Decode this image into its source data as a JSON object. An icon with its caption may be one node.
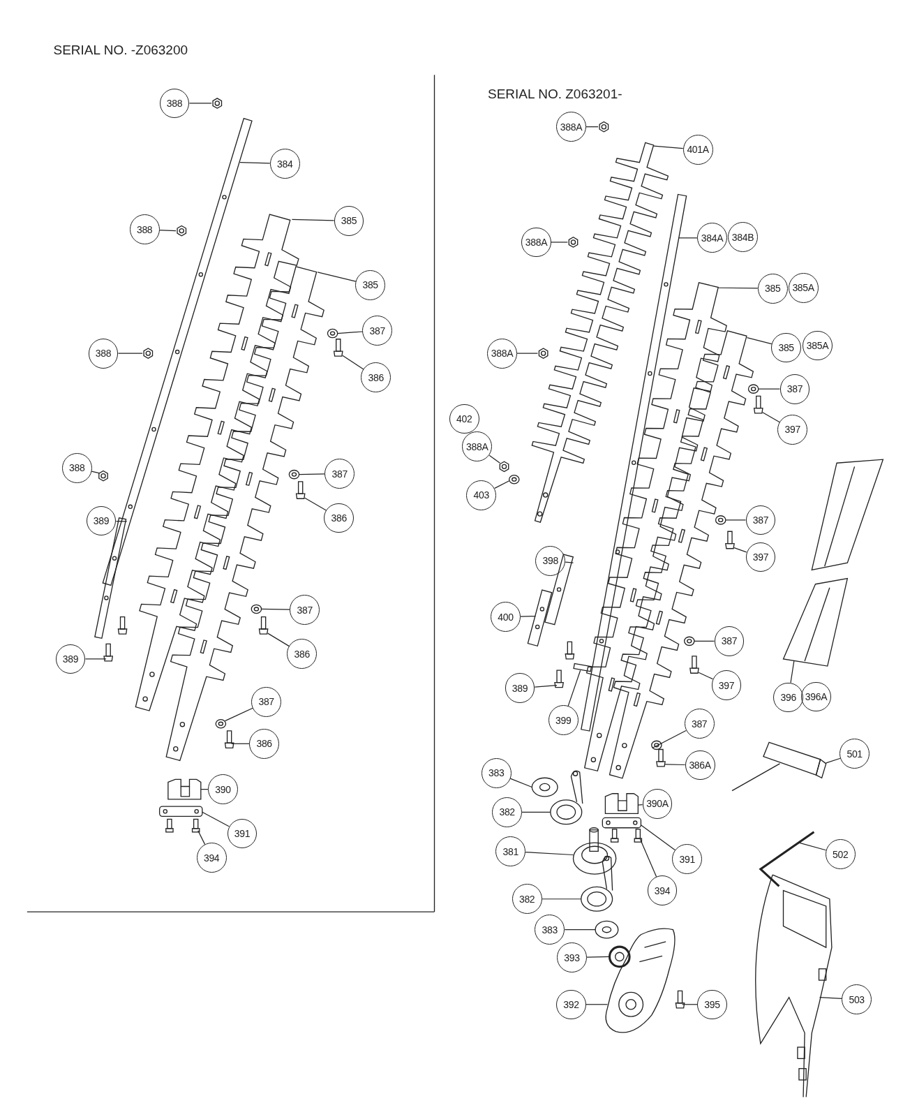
{
  "diagram": {
    "nodes": [
      {
        "text": [
          "388"
        ]
      },
      {
        "text": [
          "384"
        ]
      },
      {
        "text": [
          "385"
        ]
      },
      {
        "text": [
          "388"
        ]
      },
      {
        "text": [
          "385"
        ]
      },
      {
        "text": [
          "387"
        ]
      },
      {
        "text": [
          "386"
        ]
      },
      {
        "text": [
          "388"
        ]
      },
      {
        "text": [
          "388"
        ]
      },
      {
        "text": [
          "387"
        ]
      },
      {
        "text": [
          "386"
        ]
      },
      {
        "text": [
          "389"
        ]
      },
      {
        "text": [
          "387"
        ]
      },
      {
        "text": [
          "386"
        ]
      },
      {
        "text": [
          "389"
        ]
      },
      {
        "text": [
          "387"
        ]
      },
      {
        "text": [
          "386"
        ]
      },
      {
        "text": [
          "390"
        ]
      },
      {
        "text": [
          "391"
        ]
      },
      {
        "text": [
          "394"
        ]
      },
      {
        "text": [
          "388A"
        ]
      },
      {
        "text": [
          "401A"
        ]
      },
      {
        "text": [
          "388A"
        ]
      },
      {
        "text": [
          "384A"
        ]
      },
      {
        "text": [
          "384B"
        ]
      },
      {
        "text": [
          "385"
        ]
      },
      {
        "text": [
          "385A"
        ]
      },
      {
        "text": [
          "388A"
        ]
      },
      {
        "text": [
          "385"
        ]
      },
      {
        "text": [
          "385A"
        ]
      },
      {
        "text": [
          "387"
        ]
      },
      {
        "text": [
          "397"
        ]
      },
      {
        "text": [
          "402"
        ]
      },
      {
        "text": [
          "388A"
        ]
      },
      {
        "text": [
          "403"
        ]
      },
      {
        "text": [
          "387"
        ]
      },
      {
        "text": [
          "397"
        ]
      },
      {
        "text": [
          "398"
        ]
      },
      {
        "text": [
          "400"
        ]
      },
      {
        "text": [
          "387"
        ]
      },
      {
        "text": [
          "397"
        ]
      },
      {
        "text": [
          "396"
        ]
      },
      {
        "text": [
          "396A"
        ]
      },
      {
        "text": [
          "389"
        ]
      },
      {
        "text": [
          "399"
        ]
      },
      {
        "text": [
          "387"
        ]
      },
      {
        "text": [
          "386A"
        ]
      },
      {
        "text": [
          "383"
        ]
      },
      {
        "text": [
          "382"
        ]
      },
      {
        "text": [
          "501"
        ]
      },
      {
        "text": [
          "390A"
        ]
      },
      {
        "text": [
          "381"
        ]
      },
      {
        "text": [
          "502"
        ]
      },
      {
        "text": [
          "391"
        ]
      },
      {
        "text": [
          "394"
        ]
      },
      {
        "text": [
          "382"
        ]
      },
      {
        "text": [
          "383"
        ]
      },
      {
        "text": [
          "393"
        ]
      },
      {
        "text": [
          "392"
        ]
      },
      {
        "text": [
          "395"
        ]
      },
      {
        "text": [
          "503"
        ]
      },
      {
        "text": [],
        "shape": "picture"
      },
      {
        "text": [],
        "shape": "picture"
      },
      {
        "text": [],
        "shape": "picture"
      },
      {
        "text": [],
        "shape": "picture"
      },
      {
        "text": [],
        "shape": "picture"
      },
      {
        "text": [],
        "shape": "picture"
      },
      {
        "text": [],
        "shape": "picture"
      },
      {
        "text": [],
        "shape": "picture"
      },
      {
        "text": [],
        "shape": "picture"
      },
      {
        "text": [],
        "shape": "picture"
      },
      {
        "text": [],
        "shape": "picture"
      },
      {
        "text": [],
        "shape": "picture"
      },
      {
        "text": [],
        "shape": "picture"
      },
      {
        "text": [],
        "shape": "picture"
      },
      {
        "text": [],
        "shape": "picture"
      },
      {
        "text": [],
        "shape": "picture"
      },
      {
        "text": [],
        "shape": "picture"
      },
      {
        "text": [],
        "shape": "picture"
      },
      {
        "text": [],
        "shape": "picture"
      },
      {
        "text": [],
        "shape": "picture"
      },
      {
        "text": [],
        "shape": "picture"
      },
      {
        "text": [],
        "shape": "picture"
      },
      {
        "text": [],
        "shape": "picture"
      },
      {
        "text": [],
        "shape": "picture"
      },
      {
        "text": [],
        "shape": "picture"
      },
      {
        "text": [],
        "shape": "picture"
      },
      {
        "text": [],
        "shape": "picture"
      },
      {
        "text": [],
        "shape": "picture"
      },
      {
        "text": [],
        "shape": "picture"
      },
      {
        "text": [],
        "shape": "picture"
      },
      {
        "text": [],
        "shape": "picture"
      },
      {
        "text": [],
        "shape": "picture"
      },
      {
        "text": [],
        "shape": "picture"
      },
      {
        "text": [],
        "shape": "picture"
      },
      {
        "text": [],
        "shape": "picture"
      },
      {
        "text": [],
        "shape": "picture"
      },
      {
        "text": [],
        "shape": "picture"
      },
      {
        "text": [],
        "shape": "picture"
      },
      {
        "text": [],
        "shape": "picture"
      },
      {
        "text": [],
        "shape": "box"
      },
      {
        "text": [],
        "shape": "picture"
      },
      {
        "text": [],
        "shape": "picture"
      },
      {
        "text": [],
        "shape": "picture"
      },
      {
        "text": [],
        "shape": "picture"
      },
      {
        "text": [],
        "shape": "picture"
      },
      {
        "text": [],
        "shape": "picture"
      },
      {
        "text": [],
        "shape": "picture"
      },
      {
        "text": [],
        "shape": "picture"
      },
      {
        "text": [],
        "shape": "picture"
      },
      {
        "text": [],
        "shape": "picture"
      },
      {
        "text": [],
        "shape": "picture"
      },
      {
        "text": [],
        "shape": "picture"
      },
      {
        "text": [],
        "shape": "picture"
      },
      {
        "text": [],
        "shape": "picture"
      },
      {
        "text": [],
        "shape": "picture"
      },
      {
        "text": [],
        "shape": "picture"
      }
    ],
    "edges": [
      {
        "from": 0,
        "to": 61,
        "arrow": "none"
      },
      {
        "from": 1,
        "to": 62,
        "arrow": "none"
      },
      {
        "from": 2,
        "to": 63,
        "arrow": "none"
      },
      {
        "from": 3,
        "to": 64,
        "arrow": "none"
      },
      {
        "from": 4,
        "to": 65,
        "arrow": "none"
      },
      {
        "from": 5,
        "to": 66,
        "arrow": "none"
      },
      {
        "from": 6,
        "to": 67,
        "arrow": "none"
      },
      {
        "from": 7,
        "to": 68,
        "arrow": "none"
      },
      {
        "from": 8,
        "to": 69,
        "arrow": "none"
      },
      {
        "from": 9,
        "to": 70,
        "arrow": "none"
      },
      {
        "from": 10,
        "to": 71,
        "arrow": "none"
      },
      {
        "from": 11,
        "to": 72,
        "arrow": "none"
      },
      {
        "from": 12,
        "to": 73,
        "arrow": "none"
      },
      {
        "from": 13,
        "to": 74,
        "arrow": "none"
      },
      {
        "from": 14,
        "to": 75,
        "arrow": "none"
      },
      {
        "from": 15,
        "to": 76,
        "arrow": "none"
      },
      {
        "from": 16,
        "to": 77,
        "arrow": "none"
      },
      {
        "from": 17,
        "to": 78,
        "arrow": "none"
      },
      {
        "from": 18,
        "to": 79,
        "arrow": "none"
      },
      {
        "from": 19,
        "to": 80,
        "arrow": "none"
      },
      {
        "from": 20,
        "to": 81,
        "arrow": "none"
      },
      {
        "from": 21,
        "to": 82,
        "arrow": "none"
      },
      {
        "from": 22,
        "to": 83,
        "arrow": "none"
      },
      {
        "from": 23,
        "to": 84,
        "arrow": "none"
      },
      {
        "from": 25,
        "to": 85,
        "arrow": "none"
      },
      {
        "from": 27,
        "to": 86,
        "arrow": "none"
      },
      {
        "from": 28,
        "to": 87,
        "arrow": "none"
      },
      {
        "from": 30,
        "to": 88,
        "arrow": "none"
      },
      {
        "from": 31,
        "to": 89,
        "arrow": "none"
      },
      {
        "from": 33,
        "to": 90,
        "arrow": "none"
      },
      {
        "from": 34,
        "to": 91,
        "arrow": "none"
      },
      {
        "from": 35,
        "to": 92,
        "arrow": "none"
      },
      {
        "from": 36,
        "to": 93,
        "arrow": "none"
      },
      {
        "from": 37,
        "to": 94,
        "arrow": "none"
      },
      {
        "from": 38,
        "to": 95,
        "arrow": "none"
      },
      {
        "from": 39,
        "to": 96,
        "arrow": "none"
      },
      {
        "from": 40,
        "to": 97,
        "arrow": "none"
      },
      {
        "from": 41,
        "to": 98,
        "arrow": "none"
      },
      {
        "from": 43,
        "to": 99,
        "arrow": "none"
      },
      {
        "from": 44,
        "to": 100,
        "arrow": "none"
      },
      {
        "from": 45,
        "to": 101,
        "arrow": "none"
      },
      {
        "from": 46,
        "to": 102,
        "arrow": "none"
      },
      {
        "from": 47,
        "to": 103,
        "arrow": "none"
      },
      {
        "from": 48,
        "to": 104,
        "arrow": "none"
      },
      {
        "from": 49,
        "to": 105,
        "arrow": "none"
      },
      {
        "from": 50,
        "to": 106,
        "arrow": "none"
      },
      {
        "from": 51,
        "to": 107,
        "arrow": "none"
      },
      {
        "from": 52,
        "to": 108,
        "arrow": "none"
      },
      {
        "from": 53,
        "to": 109,
        "arrow": "none"
      },
      {
        "from": 54,
        "to": 110,
        "arrow": "none"
      },
      {
        "from": 55,
        "to": 111,
        "arrow": "none"
      },
      {
        "from": 56,
        "to": 112,
        "arrow": "none"
      },
      {
        "from": 57,
        "to": 113,
        "arrow": "none"
      },
      {
        "from": 58,
        "to": 114,
        "arrow": "none"
      },
      {
        "from": 59,
        "to": 115,
        "arrow": "none"
      },
      {
        "from": 60,
        "to": 116,
        "arrow": "none"
      }
    ],
    "labels": [
      "SERIAL NO. -Z063200",
      "SERIAL NO. Z063201-"
    ]
  }
}
